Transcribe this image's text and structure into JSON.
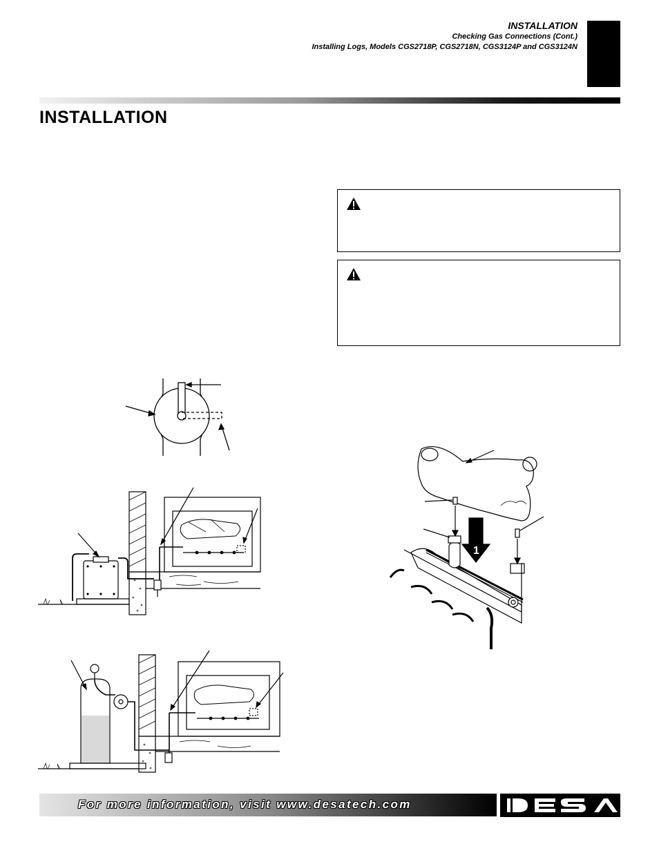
{
  "header": {
    "section": "INSTALLATION",
    "line1": "Checking Gas Connections (Cont.)",
    "line2": "Installing Logs, Models CGS2718P, CGS2718N, CGS3124P and CGS3124N"
  },
  "page_title": "INSTALLATION",
  "footer": {
    "text": "For more information, visit www.desatech.com",
    "logo": "DESA"
  },
  "icons": {
    "warning": "warning-triangle-icon"
  },
  "figures": {
    "valve": "equipment-shutoff-valve",
    "natural_gas": "natural-gas-meter-installation",
    "propane": "propane-tank-installation",
    "logs": "log-placement"
  },
  "colors": {
    "header_bar_dark": "#000000",
    "footer_text": "#ffffff"
  }
}
